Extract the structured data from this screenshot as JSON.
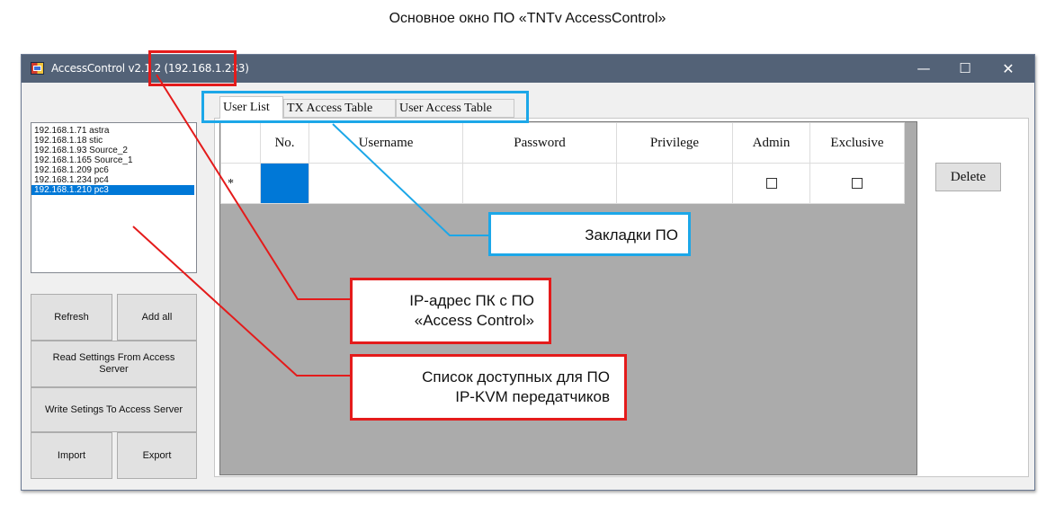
{
  "page": {
    "title": "Основное окно ПО «TNTv AccessControl»"
  },
  "window": {
    "title": "AccessControl v2.1.2 (192.168.1.233)",
    "controls": {
      "minimize": "—",
      "maximize": "☐",
      "close": "✕"
    }
  },
  "device_list": [
    {
      "label": "192.168.1.71 astra",
      "selected": false
    },
    {
      "label": "192.168.1.18 stic",
      "selected": false
    },
    {
      "label": "192.168.1.93 Source_2",
      "selected": false
    },
    {
      "label": "192.168.1.165 Source_1",
      "selected": false
    },
    {
      "label": "192.168.1.209 pc6",
      "selected": false
    },
    {
      "label": "192.168.1.234 pc4",
      "selected": false
    },
    {
      "label": "192.168.1.210 pc3",
      "selected": true
    }
  ],
  "buttons": {
    "refresh": "Refresh",
    "add_all": "Add all",
    "read_settings": "Read Settings From Access Server",
    "write_settings": "Write Setings To Access Server",
    "import": "Import",
    "export": "Export",
    "delete": "Delete"
  },
  "tabs": [
    {
      "label": "User List",
      "active": true
    },
    {
      "label": "TX Access Table",
      "active": false
    },
    {
      "label": "User Access Table",
      "active": false
    }
  ],
  "grid": {
    "columns": [
      "No.",
      "Username",
      "Password",
      "Privilege",
      "Admin",
      "Exclusive"
    ],
    "new_row_marker": "*",
    "new_row": {
      "no": "",
      "username": "",
      "password": "",
      "privilege": "",
      "admin": false,
      "exclusive": false
    }
  },
  "annotations": {
    "tabs_label": "Закладки ПО",
    "ip_label_line1": "IP-адрес ПК с ПО",
    "ip_label_line2": "«Access Control»",
    "list_label_line1": "Список доступных для ПО",
    "list_label_line2": "IP-KVM передатчиков"
  },
  "colors": {
    "titlebar": "#536277",
    "selection": "#0078d7",
    "callout_red": "#e41b1b",
    "callout_blue": "#1ca7e8",
    "grid_background": "#ababab"
  }
}
